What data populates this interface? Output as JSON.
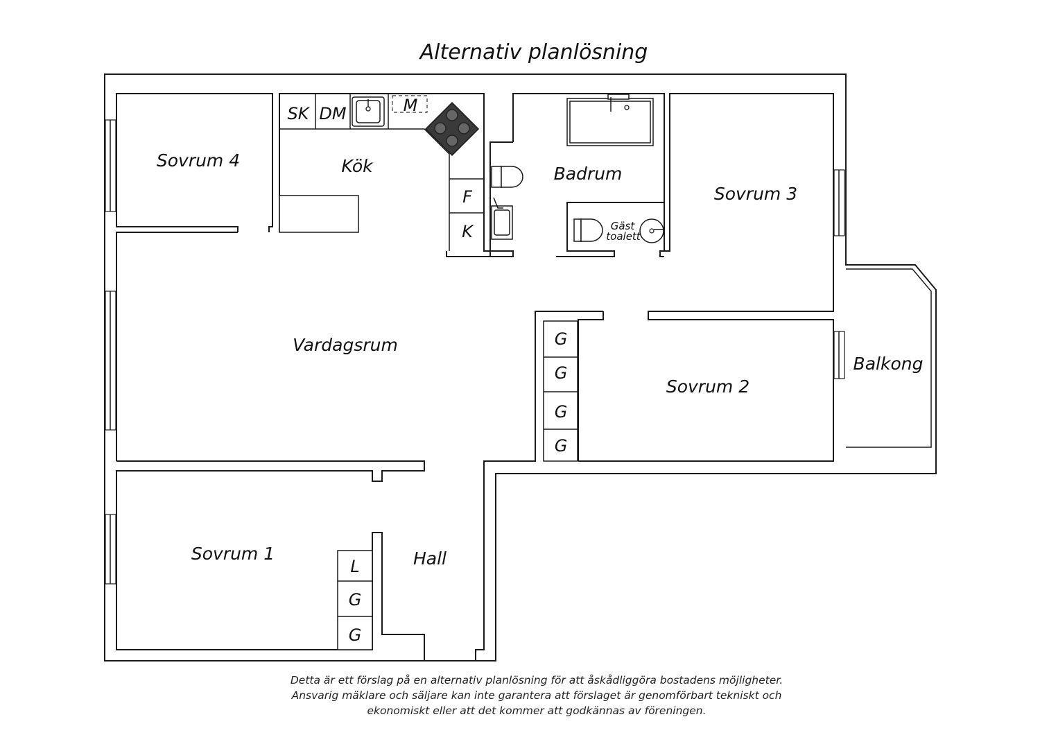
{
  "title": "Alternativ planlösning",
  "rooms": {
    "sovrum4": "Sovrum 4",
    "kok": "Kök",
    "badrum": "Badrum",
    "sovrum3": "Sovrum 3",
    "vardagsrum": "Vardagsrum",
    "sovrum2": "Sovrum 2",
    "balkong": "Balkong",
    "sovrum1": "Sovrum 1",
    "hall": "Hall",
    "gast_line1": "Gäst",
    "gast_line2": "toalett"
  },
  "fixtures": {
    "sk": "SK",
    "dm": "DM",
    "m": "M",
    "f": "F",
    "k": "K",
    "l": "L",
    "g": "G"
  },
  "disclaimer": [
    "Detta är ett förslag på en alternativ planlösning för att åskådliggöra bostadens möjligheter.",
    "Ansvarig mäklare och säljare kan inte garantera att förslaget är genomförbart tekniskt och",
    "ekonomiskt eller att det kommer att godkännas av föreningen."
  ]
}
